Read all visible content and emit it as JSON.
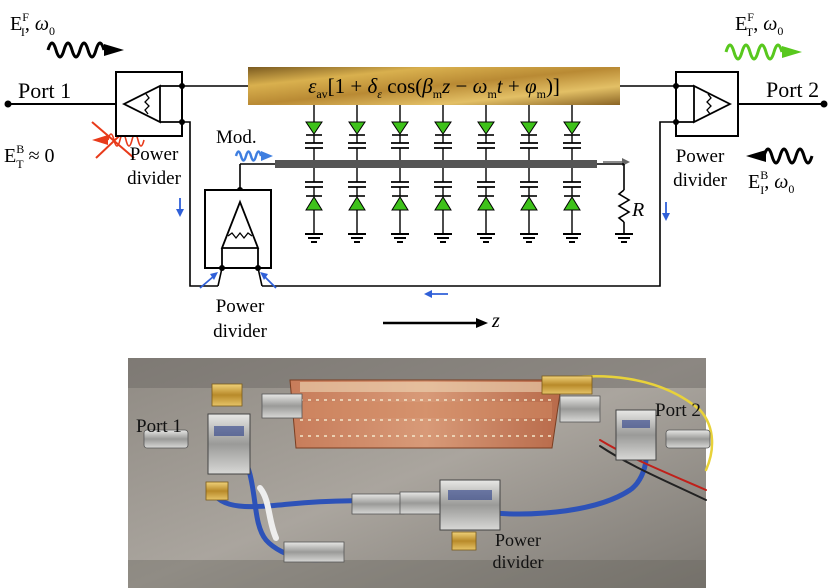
{
  "schematic": {
    "port1_label": "Port 1",
    "port2_label": "Port 2",
    "incident_forward": "E_I^F, ω_0",
    "transmitted_forward": "E_T^F, ω_0",
    "incident_backward": "E_I^B, ω_0",
    "transmitted_backward": "E_T^B ≈ 0",
    "power_divider_left": "Power divider",
    "power_divider_right": "Power divider",
    "power_divider_bottom": "Power divider",
    "modulation_label": "Mod.",
    "permittivity_expression": "ε_av[1 + δ_ε cos(β_m z − ω_m t + φ_m)]",
    "resistor_label": "R",
    "axis_label": "z",
    "varactor_pairs": 7,
    "colors": {
      "forward_wave": "#58c81e",
      "backward_wave_red": "#e83a1a",
      "modulation_wave": "#3f7fe0",
      "flow_arrows": "#3060d8",
      "diode": "#3ec21a",
      "strip_gold": "#c79a3a",
      "modulation_line": "#555555"
    }
  },
  "photo": {
    "port1_label": "Port 1",
    "port2_label": "Port 2",
    "power_divider_label": "Power divider"
  }
}
